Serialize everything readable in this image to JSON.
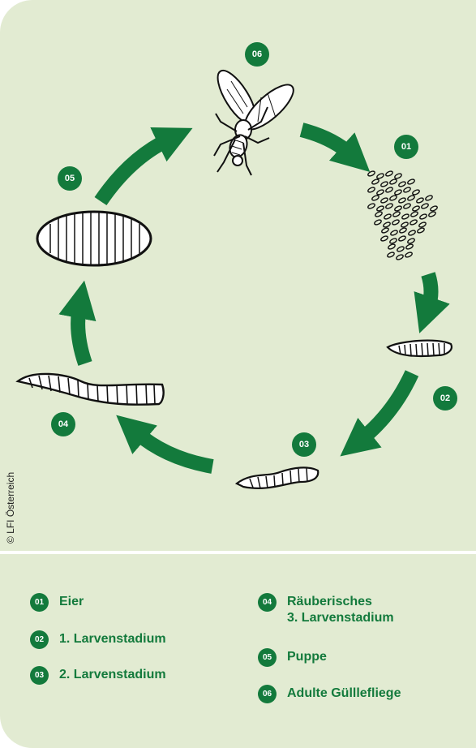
{
  "colors": {
    "background": "#e2ebd2",
    "divider": "#ffffff",
    "accent_green": "#137a3c",
    "ink": "#1f1f1f"
  },
  "credit": "© LFI Österreich",
  "stages": [
    {
      "number": "01",
      "label": "Eier",
      "icon": "eggs-cluster-icon"
    },
    {
      "number": "02",
      "label": "1. Larvenstadium",
      "icon": "small-larva-icon"
    },
    {
      "number": "03",
      "label": "2. Larvenstadium",
      "icon": "medium-larva-icon"
    },
    {
      "number": "04",
      "label": "Räuberisches\n3. Larvenstadium",
      "icon": "large-larva-icon"
    },
    {
      "number": "05",
      "label": "Puppe",
      "icon": "pupa-icon"
    },
    {
      "number": "06",
      "label": "Adulte Gülllefliege",
      "icon": "adult-fly-icon"
    }
  ]
}
